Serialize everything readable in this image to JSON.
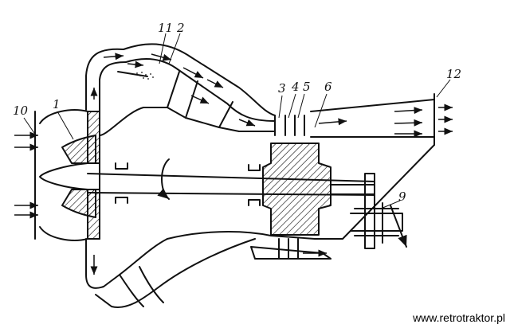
{
  "diagram": {
    "labels": {
      "l1": "1",
      "l2": "2",
      "l3": "3",
      "l4": "4",
      "l5": "5",
      "l6": "6",
      "l9": "9",
      "l10": "10",
      "l11": "11",
      "l12": "12"
    },
    "parts": [
      "compressor-impeller",
      "combustion-chamber",
      "nozzle-guide-vanes",
      "turbine-rotor",
      "main-shaft",
      "output-gear",
      "fuel-injector",
      "exhaust-outlet"
    ]
  },
  "watermark": "www.retrotraktor.pl"
}
